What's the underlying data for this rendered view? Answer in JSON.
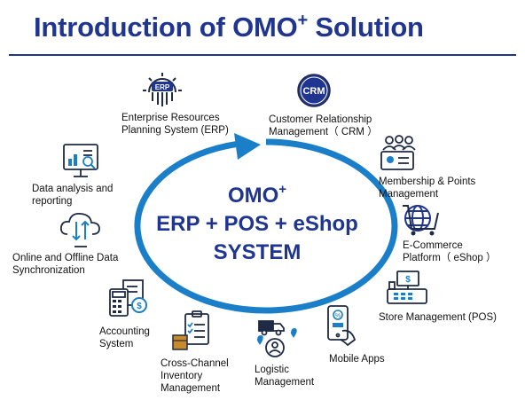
{
  "header": {
    "title_main": "Introduction of OMO",
    "title_sup": "+",
    "title_end": " Solution"
  },
  "center": {
    "line1": "OMO",
    "line1_sup": "+",
    "line2": "ERP + POS + eShop",
    "line3": "SYSTEM"
  },
  "modules": [
    {
      "id": "erp",
      "icon": "erp-gear-icon",
      "lines": [
        "Enterprise Resources",
        "Planning System (ERP)"
      ],
      "icon_text": "ERP"
    },
    {
      "id": "crm",
      "icon": "crm-badge-icon",
      "lines": [
        "Customer Relationship",
        "Management（ CRM ）"
      ],
      "icon_text": "CRM"
    },
    {
      "id": "membership",
      "icon": "membership-group-icon",
      "lines": [
        "Membership & Points",
        "Management"
      ]
    },
    {
      "id": "ecommerce",
      "icon": "globe-cart-icon",
      "lines": [
        "E-Commerce",
        "Platform（ eShop ）"
      ]
    },
    {
      "id": "store",
      "icon": "pos-register-icon",
      "lines": [
        "Store Management (POS)"
      ]
    },
    {
      "id": "mobile",
      "icon": "mobile-phone-icon",
      "lines": [
        "Mobile Apps"
      ]
    },
    {
      "id": "logistic",
      "icon": "delivery-truck-icon",
      "lines": [
        "Logistic",
        "Management"
      ]
    },
    {
      "id": "inventory",
      "icon": "clipboard-boxes-icon",
      "lines": [
        "Cross-Channel",
        "Inventory",
        "Management"
      ]
    },
    {
      "id": "accounting",
      "icon": "calculator-icon",
      "lines": [
        "Accounting",
        "System"
      ]
    },
    {
      "id": "sync",
      "icon": "cloud-sync-icon",
      "lines": [
        "Online and Offline Data",
        "Synchronization"
      ]
    },
    {
      "id": "analysis",
      "icon": "analytics-monitor-icon",
      "lines": [
        "Data analysis and",
        "reporting"
      ]
    }
  ],
  "colors": {
    "primary": "#1f3590",
    "accent": "#1a7fc8",
    "line": "#1f2a44"
  }
}
